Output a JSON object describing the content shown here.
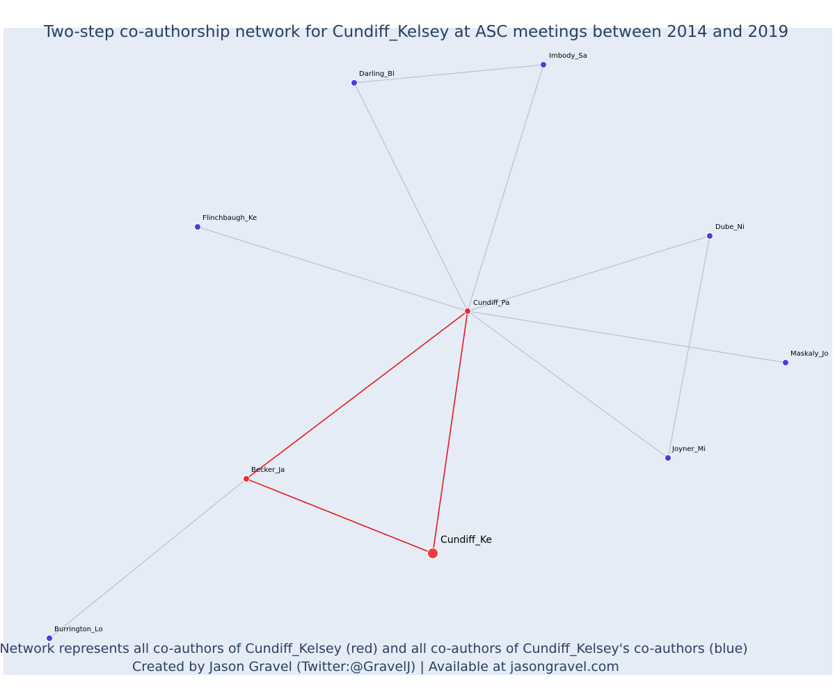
{
  "title": "Two-step co-authorship network for Cundiff_Kelsey at ASC meetings between 2014 and 2019",
  "caption": {
    "line1": "Network represents all co-authors of Cundiff_Kelsey (red) and all co-authors of Cundiff_Kelsey's co-authors (blue)",
    "line2": "Created by Jason Gravel (Twitter:@GravelJ) | Available at jasongravel.com"
  },
  "colors": {
    "background": "#e5ecf6",
    "text": "#2a3f5f",
    "focal": "#ef3b3b",
    "coauthor": "#ef2d2d",
    "second_degree": "#3f3fe8",
    "edge_red": "#e31a1c",
    "edge_gray": "#b6b6c6",
    "node_outline": "#ffffff"
  },
  "nodes": [
    {
      "id": "Cundiff_Ke",
      "label": "Cundiff_Ke",
      "group": "focal"
    },
    {
      "id": "Cundiff_Pa",
      "label": "Cundiff_Pa",
      "group": "coauthor"
    },
    {
      "id": "Becker_Ja",
      "label": "Becker_Ja",
      "group": "coauthor"
    },
    {
      "id": "Imbody_Sa",
      "label": "Imbody_Sa",
      "group": "second_degree"
    },
    {
      "id": "Darling_Bl",
      "label": "Darling_Bl",
      "group": "second_degree"
    },
    {
      "id": "Flinchbaugh_Ke",
      "label": "Flinchbaugh_Ke",
      "group": "second_degree"
    },
    {
      "id": "Dube_Ni",
      "label": "Dube_Ni",
      "group": "second_degree"
    },
    {
      "id": "Maskaly_Jo",
      "label": "Maskaly_Jo",
      "group": "second_degree"
    },
    {
      "id": "Joyner_Mi",
      "label": "Joyner_Mi",
      "group": "second_degree"
    },
    {
      "id": "Burrington_Lo",
      "label": "Burrington_Lo",
      "group": "second_degree"
    }
  ],
  "edges": [
    {
      "source": "Darling_Bl",
      "target": "Imbody_Sa",
      "type": "gray"
    },
    {
      "source": "Darling_Bl",
      "target": "Cundiff_Pa",
      "type": "gray"
    },
    {
      "source": "Imbody_Sa",
      "target": "Cundiff_Pa",
      "type": "gray"
    },
    {
      "source": "Flinchbaugh_Ke",
      "target": "Cundiff_Pa",
      "type": "gray"
    },
    {
      "source": "Dube_Ni",
      "target": "Cundiff_Pa",
      "type": "gray"
    },
    {
      "source": "Maskaly_Jo",
      "target": "Cundiff_Pa",
      "type": "gray"
    },
    {
      "source": "Joyner_Mi",
      "target": "Cundiff_Pa",
      "type": "gray"
    },
    {
      "source": "Dube_Ni",
      "target": "Joyner_Mi",
      "type": "gray"
    },
    {
      "source": "Burrington_Lo",
      "target": "Becker_Ja",
      "type": "gray"
    },
    {
      "source": "Becker_Ja",
      "target": "Cundiff_Pa",
      "type": "red"
    },
    {
      "source": "Becker_Ja",
      "target": "Cundiff_Ke",
      "type": "red"
    },
    {
      "source": "Cundiff_Pa",
      "target": "Cundiff_Ke",
      "type": "red"
    }
  ]
}
